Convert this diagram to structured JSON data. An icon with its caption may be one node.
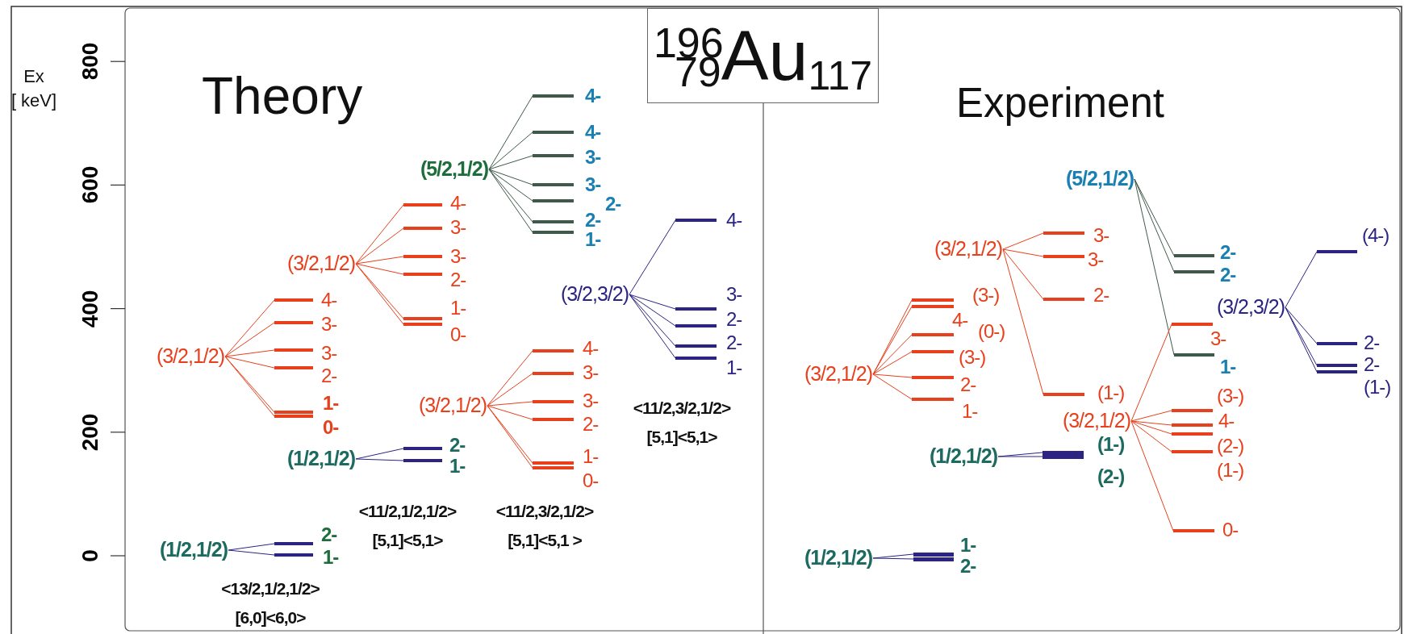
{
  "diagram": {
    "title": "$^{196}$$_{79}$Au$_{117}$",
    "nodes": [
      {
        "text": [
          "(1/2,1/2)"
        ]
      },
      {
        "text": [
          "2-"
        ]
      },
      {
        "text": [
          "1-"
        ]
      },
      {
        "text": [
          "(3/2,1/2)"
        ]
      },
      {
        "text": [
          "4-"
        ]
      },
      {
        "text": [
          "3-"
        ]
      },
      {
        "text": [
          "3-"
        ]
      },
      {
        "text": [
          "2-"
        ]
      },
      {
        "text": [
          "1-"
        ]
      },
      {
        "text": [
          "0-"
        ]
      },
      {
        "text": [
          "(1/2,1/2)"
        ]
      },
      {
        "text": [
          "2-"
        ]
      },
      {
        "text": [
          "1-"
        ]
      },
      {
        "text": [
          "(3/2,1/2)"
        ]
      },
      {
        "text": [
          "4-"
        ]
      },
      {
        "text": [
          "3-"
        ]
      },
      {
        "text": [
          "3-"
        ]
      },
      {
        "text": [
          "2-"
        ]
      },
      {
        "text": [
          "1-"
        ]
      },
      {
        "text": [
          "0-"
        ]
      },
      {
        "text": [
          "(5/2,1/2)"
        ]
      },
      {
        "text": [
          "4-"
        ]
      },
      {
        "text": [
          "4-"
        ]
      },
      {
        "text": [
          "3-"
        ]
      },
      {
        "text": [
          "3-"
        ]
      },
      {
        "text": [
          "2-"
        ]
      },
      {
        "text": [
          "2-"
        ]
      },
      {
        "text": [
          "1-"
        ]
      },
      {
        "text": [
          "(3/2,1/2)"
        ]
      },
      {
        "text": [
          "4-"
        ]
      },
      {
        "text": [
          "3-"
        ]
      },
      {
        "text": [
          "3-"
        ]
      },
      {
        "text": [
          "2-"
        ]
      },
      {
        "text": [
          "1-"
        ]
      },
      {
        "text": [
          "0-"
        ]
      },
      {
        "text": [
          "(3/2,3/2)"
        ]
      },
      {
        "text": [
          "4-"
        ]
      },
      {
        "text": [
          "3-"
        ]
      },
      {
        "text": [
          "2-"
        ]
      },
      {
        "text": [
          "2-"
        ]
      },
      {
        "text": [
          "1-"
        ]
      },
      {
        "text": [
          "(5/2,1/2)"
        ]
      },
      {
        "text": [
          "2-"
        ]
      },
      {
        "text": [
          "2-"
        ]
      },
      {
        "text": [
          "1-"
        ]
      },
      {
        "text": [
          "(3/2,1/2)"
        ]
      },
      {
        "text": [
          "3-"
        ]
      },
      {
        "text": [
          "3-"
        ]
      },
      {
        "text": [
          "2-"
        ]
      },
      {
        "text": [
          "(1-)"
        ]
      },
      {
        "text": [
          "(3/2,1/2)"
        ]
      },
      {
        "text": [
          "(3-)"
        ]
      },
      {
        "text": [
          "4-"
        ]
      },
      {
        "text": [
          "(0-)"
        ]
      },
      {
        "text": [
          "(3-)"
        ]
      },
      {
        "text": [
          "2-"
        ]
      },
      {
        "text": [
          "1-"
        ]
      },
      {
        "text": [
          "(3/2,3/2)"
        ]
      },
      {
        "text": [
          "(4-)"
        ]
      },
      {
        "text": [
          "2-"
        ]
      },
      {
        "text": [
          "2-"
        ]
      },
      {
        "text": [
          "(1-)"
        ]
      },
      {
        "text": [
          "(3/2,1/2)"
        ]
      },
      {
        "text": [
          "3-"
        ]
      },
      {
        "text": [
          "(3-)"
        ]
      },
      {
        "text": [
          "4-"
        ]
      },
      {
        "text": [
          "(2-)"
        ]
      },
      {
        "text": [
          "(1-)"
        ]
      },
      {
        "text": [
          "0-"
        ]
      },
      {
        "text": [
          "(1/2,1/2)"
        ]
      },
      {
        "text": [
          "(1-)"
        ]
      },
      {
        "text": [
          "(2-)"
        ]
      },
      {
        "text": [
          "(1/2,1/2)"
        ]
      },
      {
        "text": [
          "1-"
        ]
      },
      {
        "text": [
          "2-"
        ]
      }
    ],
    "edges": [
      {
        "from": 0,
        "to": 1,
        "arrow": "none",
        "color": "#2b2482"
      },
      {
        "from": 0,
        "to": 2,
        "arrow": "none",
        "color": "#2b2482"
      },
      {
        "from": 3,
        "to": 4,
        "arrow": "none"
      },
      {
        "from": 3,
        "to": 5,
        "arrow": "none"
      },
      {
        "from": 3,
        "to": 6,
        "arrow": "none"
      },
      {
        "from": 3,
        "to": 7,
        "arrow": "none"
      },
      {
        "from": 3,
        "to": 8,
        "arrow": "none"
      },
      {
        "from": 3,
        "to": 9,
        "arrow": "none"
      },
      {
        "from": 10,
        "to": 11,
        "arrow": "none",
        "color": "#2b2482"
      },
      {
        "from": 10,
        "to": 12,
        "arrow": "none",
        "color": "#2b2482"
      },
      {
        "from": 13,
        "to": 14,
        "arrow": "none"
      },
      {
        "from": 13,
        "to": 15,
        "arrow": "none"
      },
      {
        "from": 13,
        "to": 16,
        "arrow": "none"
      },
      {
        "from": 13,
        "to": 17,
        "arrow": "none"
      },
      {
        "from": 13,
        "to": 18,
        "arrow": "none"
      },
      {
        "from": 13,
        "to": 19,
        "arrow": "none"
      },
      {
        "from": 20,
        "to": 21,
        "arrow": "none",
        "color": "#3f5a4a"
      },
      {
        "from": 20,
        "to": 22,
        "arrow": "none",
        "color": "#3f5a4a"
      },
      {
        "from": 20,
        "to": 23,
        "arrow": "none",
        "color": "#3f5a4a"
      },
      {
        "from": 20,
        "to": 24,
        "arrow": "none",
        "color": "#3f5a4a"
      },
      {
        "from": 20,
        "to": 25,
        "arrow": "none",
        "color": "#3f5a4a"
      },
      {
        "from": 20,
        "to": 26,
        "arrow": "none",
        "color": "#3f5a4a"
      },
      {
        "from": 20,
        "to": 27,
        "arrow": "none",
        "color": "#3f5a4a"
      },
      {
        "from": 28,
        "to": 29,
        "arrow": "none"
      },
      {
        "from": 28,
        "to": 30,
        "arrow": "none"
      },
      {
        "from": 28,
        "to": 31,
        "arrow": "none"
      },
      {
        "from": 28,
        "to": 32,
        "arrow": "none"
      },
      {
        "from": 28,
        "to": 33,
        "arrow": "none"
      },
      {
        "from": 28,
        "to": 34,
        "arrow": "none"
      },
      {
        "from": 35,
        "to": 36,
        "arrow": "none",
        "color": "#2b2482"
      },
      {
        "from": 35,
        "to": 37,
        "arrow": "none",
        "color": "#2b2482"
      },
      {
        "from": 35,
        "to": 38,
        "arrow": "none",
        "color": "#2b2482"
      },
      {
        "from": 35,
        "to": 39,
        "arrow": "none",
        "color": "#2b2482"
      },
      {
        "from": 35,
        "to": 40,
        "arrow": "none",
        "color": "#2b2482"
      },
      {
        "from": 41,
        "to": 42,
        "arrow": "none",
        "color": "#3f5a4a"
      },
      {
        "from": 41,
        "to": 43,
        "arrow": "none",
        "color": "#3f5a4a"
      },
      {
        "from": 41,
        "to": 44,
        "arrow": "none",
        "color": "#3f5a4a"
      },
      {
        "from": 45,
        "to": 46,
        "arrow": "none"
      },
      {
        "from": 45,
        "to": 47,
        "arrow": "none"
      },
      {
        "from": 45,
        "to": 48,
        "arrow": "none"
      },
      {
        "from": 45,
        "to": 49,
        "arrow": "none"
      },
      {
        "from": 50,
        "to": 51,
        "arrow": "none"
      },
      {
        "from": 50,
        "to": 52,
        "arrow": "none"
      },
      {
        "from": 50,
        "to": 53,
        "arrow": "none"
      },
      {
        "from": 50,
        "to": 54,
        "arrow": "none"
      },
      {
        "from": 50,
        "to": 55,
        "arrow": "none"
      },
      {
        "from": 50,
        "to": 56,
        "arrow": "none"
      },
      {
        "from": 57,
        "to": 58,
        "arrow": "none",
        "color": "#2b2482"
      },
      {
        "from": 57,
        "to": 59,
        "arrow": "none",
        "color": "#2b2482"
      },
      {
        "from": 57,
        "to": 60,
        "arrow": "none",
        "color": "#2b2482"
      },
      {
        "from": 57,
        "to": 61,
        "arrow": "none",
        "color": "#2b2482"
      },
      {
        "from": 62,
        "to": 63,
        "arrow": "none"
      },
      {
        "from": 62,
        "to": 64,
        "arrow": "none"
      },
      {
        "from": 62,
        "to": 65,
        "arrow": "none"
      },
      {
        "from": 62,
        "to": 66,
        "arrow": "none"
      },
      {
        "from": 62,
        "to": 67,
        "arrow": "none"
      },
      {
        "from": 62,
        "to": 68,
        "arrow": "none"
      },
      {
        "from": 69,
        "to": 70,
        "arrow": "none",
        "color": "#2b2482"
      },
      {
        "from": 69,
        "to": 71,
        "arrow": "none",
        "color": "#2b2482"
      },
      {
        "from": 72,
        "to": 73,
        "arrow": "none",
        "color": "#2b2482"
      },
      {
        "from": 72,
        "to": 74,
        "arrow": "none",
        "color": "#2b2482"
      }
    ],
    "labels": [
      "Ex [ keV]",
      "800",
      "600",
      "400",
      "200",
      "0",
      "Theory",
      "Experiment",
      "<13/2,1/2,1/2> [6,0]<6,0>",
      "<11/2,1/2,1/2> [5,1]<5,1>",
      "<11/2,3/2,1/2> [5,1]<5,1 >",
      "<11/2,3/2,1/2> [5,1]<5,1>"
    ]
  }
}
